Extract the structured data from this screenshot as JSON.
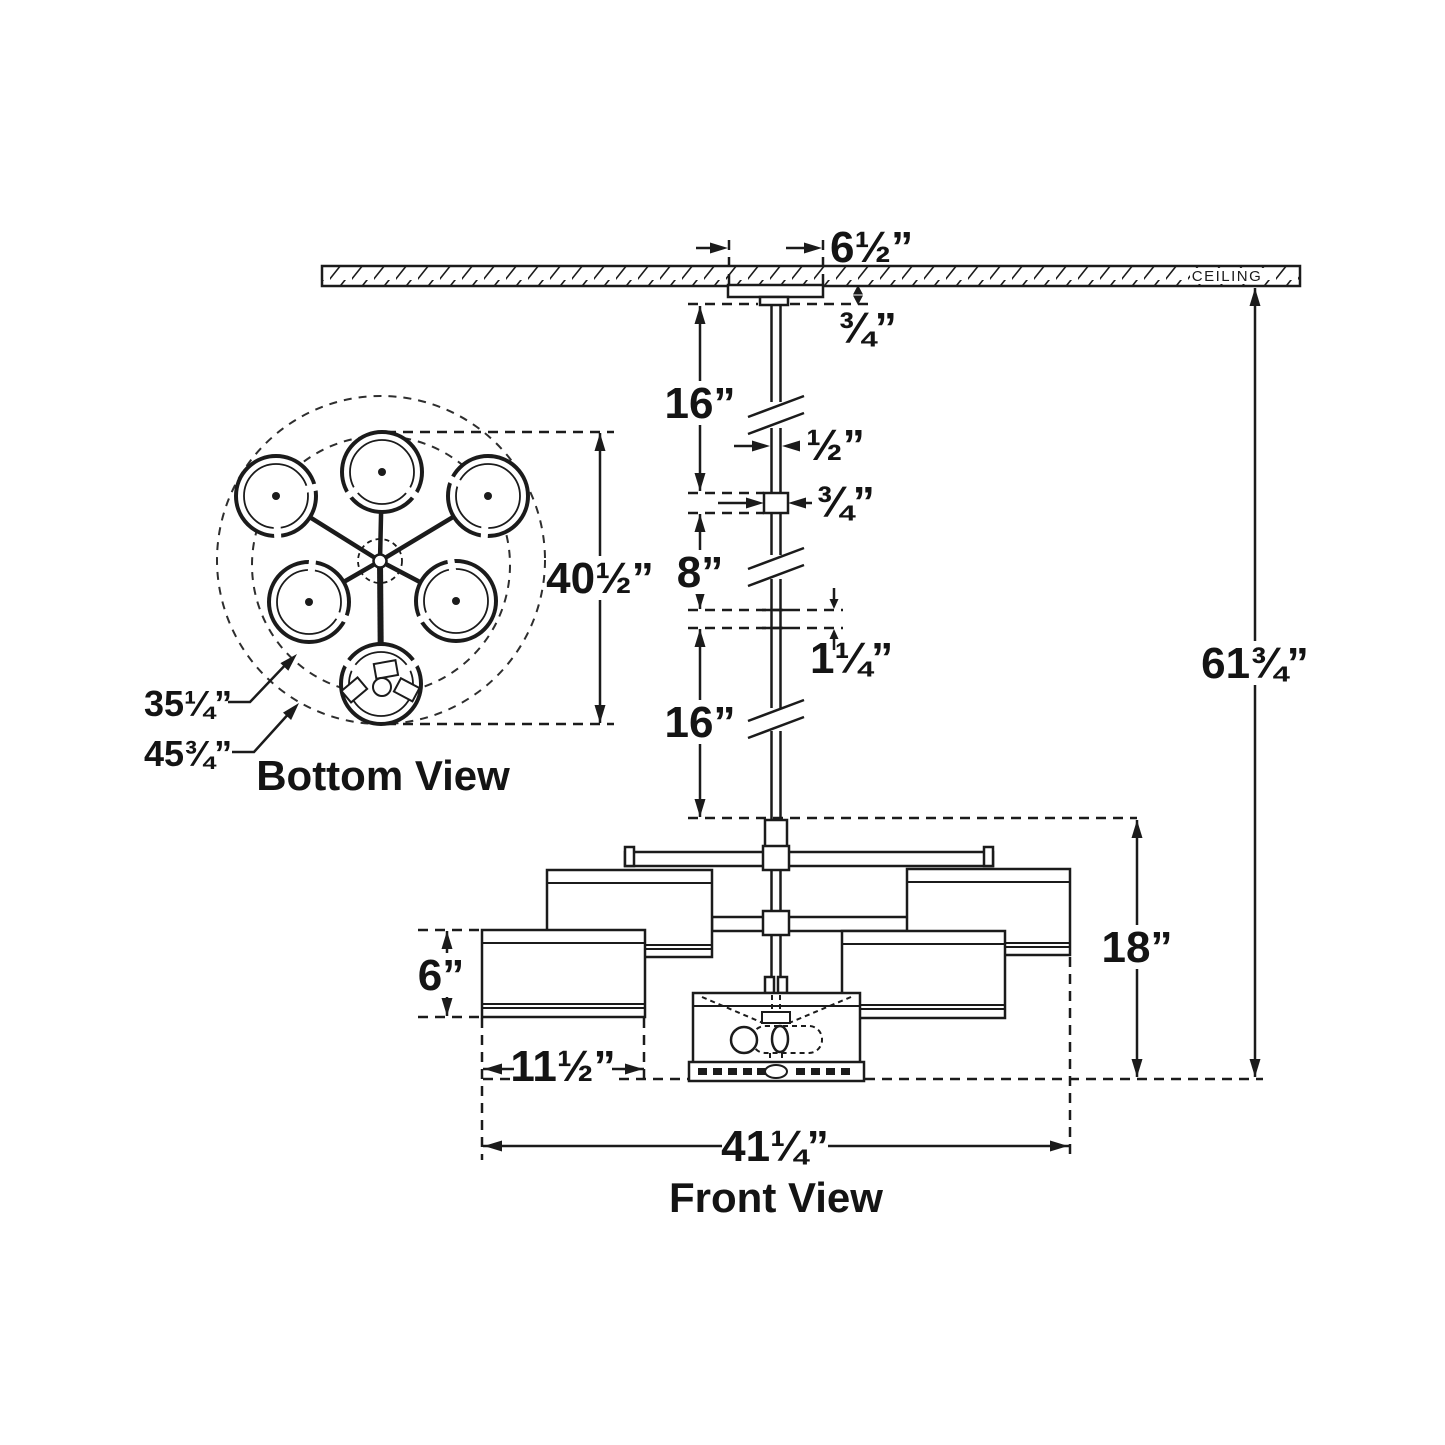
{
  "diagram": {
    "type": "chandelier dimension drawing",
    "ceiling_label": "CEILING",
    "front": {
      "label": "Front View",
      "canopy_width": "6½”",
      "canopy_height": "¾”",
      "stem_upper": "16”",
      "stem_width": "½”",
      "coupler": "¾”",
      "stem_mid": "8”",
      "spacer": "1¼”",
      "stem_lower": "16”",
      "overall_height": "61¾”",
      "body_height": "18”",
      "shade_height": "6”",
      "shade_width": "11½”",
      "overall_width": "41¼”"
    },
    "bottom": {
      "label": "Bottom View",
      "ring_span": "40½”",
      "inner_diameter": "35¼”",
      "outer_diameter": "45¾”"
    }
  }
}
